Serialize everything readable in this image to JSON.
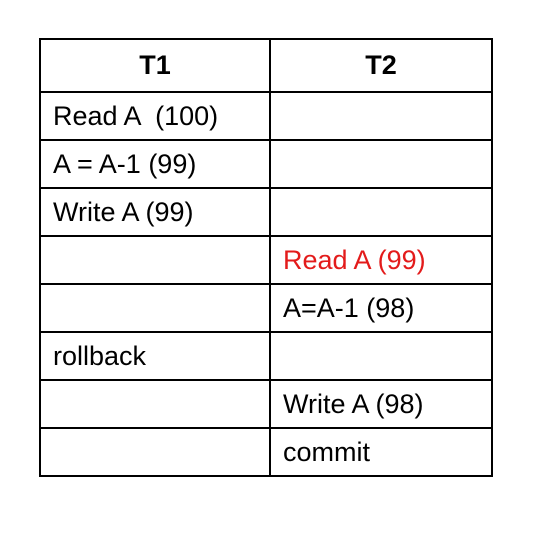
{
  "header": {
    "t1": "T1",
    "t2": "T2"
  },
  "rows": [
    {
      "t1": "Read A  (100)",
      "t2": ""
    },
    {
      "t1": "A = A-1 (99)",
      "t2": ""
    },
    {
      "t1": "Write A (99)",
      "t2": ""
    },
    {
      "t1": "",
      "t2": "Read A (99)"
    },
    {
      "t1": "",
      "t2": "A=A-1 (98)"
    },
    {
      "t1": "rollback",
      "t2": ""
    },
    {
      "t1": "",
      "t2": "Write A (98)"
    },
    {
      "t1": "",
      "t2": "commit"
    }
  ],
  "colors": {
    "highlight": "#e31b1b",
    "text": "#000000",
    "border": "#000000"
  }
}
